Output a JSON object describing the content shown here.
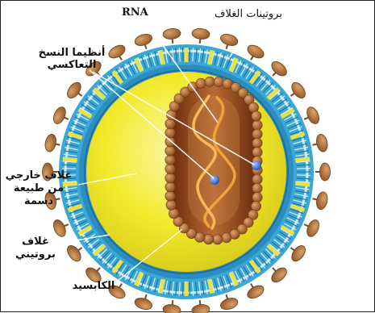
{
  "labels": {
    "rna": "RNA",
    "envelope_proteins": "بروتينات الغلاف",
    "rt_line1": "أنظيما النسخ",
    "rt_line2": "التعاكسي",
    "lipid_line1": "غلاف خارجي",
    "lipid_line2": "من طبيعة",
    "lipid_line3": "دسمة",
    "protein_line1": "غلاف",
    "protein_line2": "بروتيني",
    "capsid": "الكابسيد"
  },
  "colors": {
    "envelope_protein": "#b87a3e",
    "membrane_blue": "#3aa7d6",
    "membrane_dark": "#1f6f9a",
    "membrane_light": "#cfe9f4",
    "spacer_yellow": "#e8e24a",
    "matrix_yellow": "#f3ea2c",
    "core_brown": "#8a3d14",
    "core_bead": "#b06a32",
    "rna_orange": "#f2a23a",
    "enzyme_blue": "#3b6fd6"
  }
}
